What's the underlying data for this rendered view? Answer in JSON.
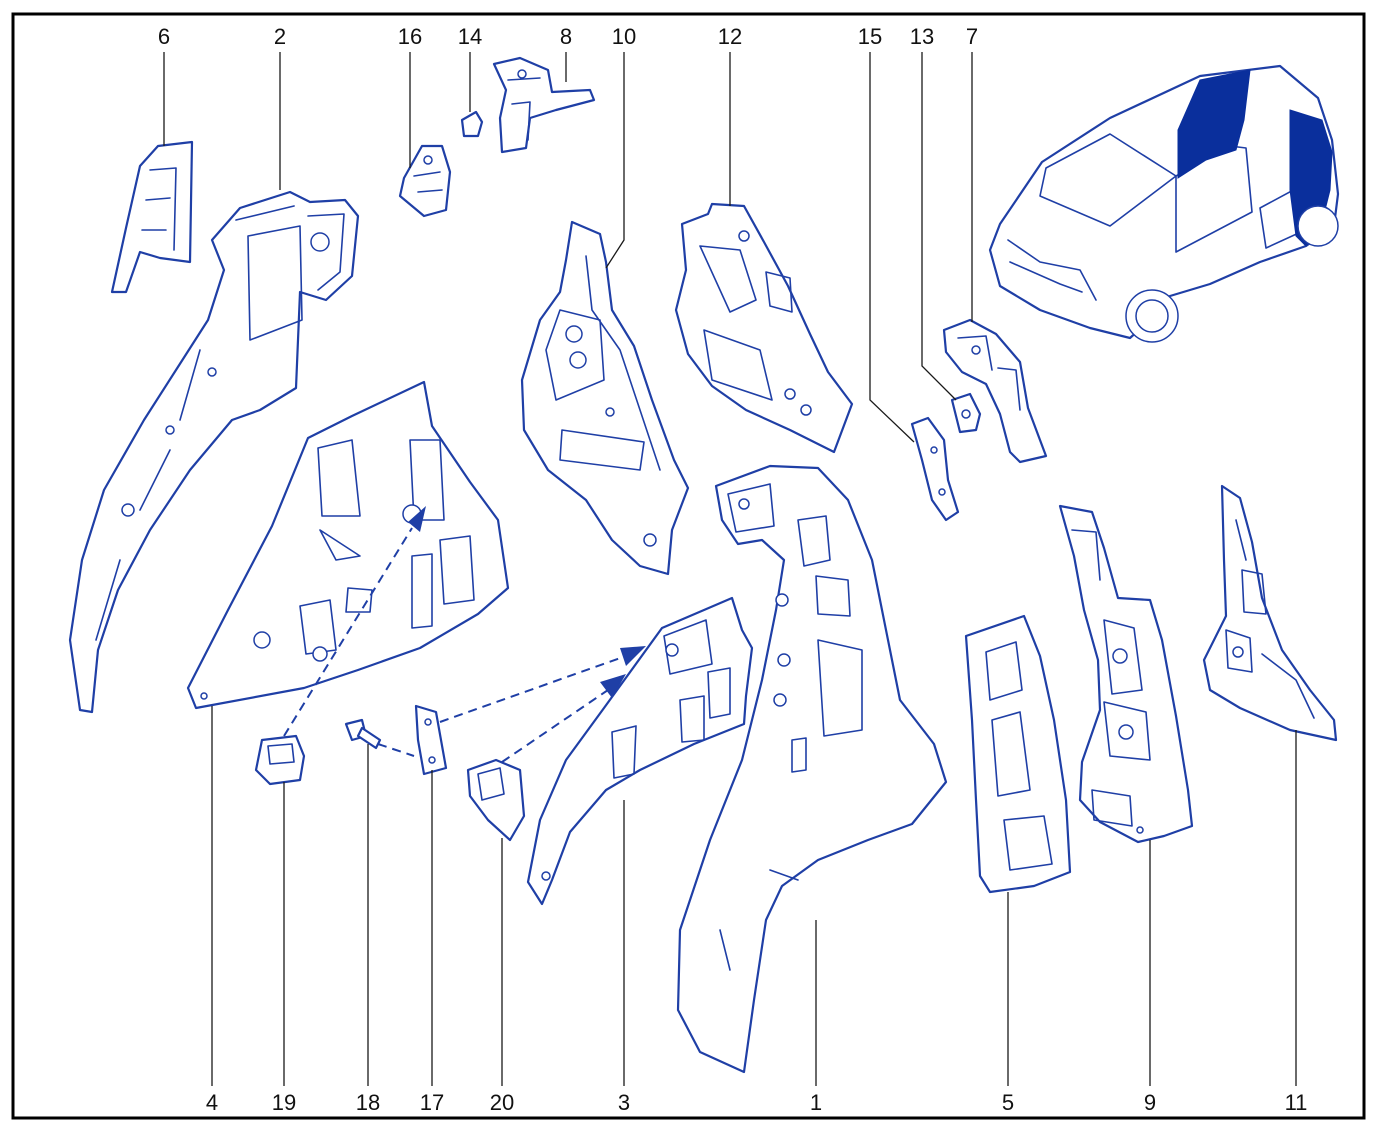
{
  "callouts": {
    "c1": "1",
    "c2": "2",
    "c3": "3",
    "c4": "4",
    "c5": "5",
    "c6": "6",
    "c7": "7",
    "c8": "8",
    "c9": "9",
    "c10": "10",
    "c11": "11",
    "c12": "12",
    "c13": "13",
    "c14": "14",
    "c15": "15",
    "c16": "16",
    "c17": "17",
    "c18": "18",
    "c19": "19",
    "c20": "20"
  },
  "colors": {
    "line": "#1f3fa6",
    "highlight": "#0a2f9c",
    "frame": "#000000"
  }
}
